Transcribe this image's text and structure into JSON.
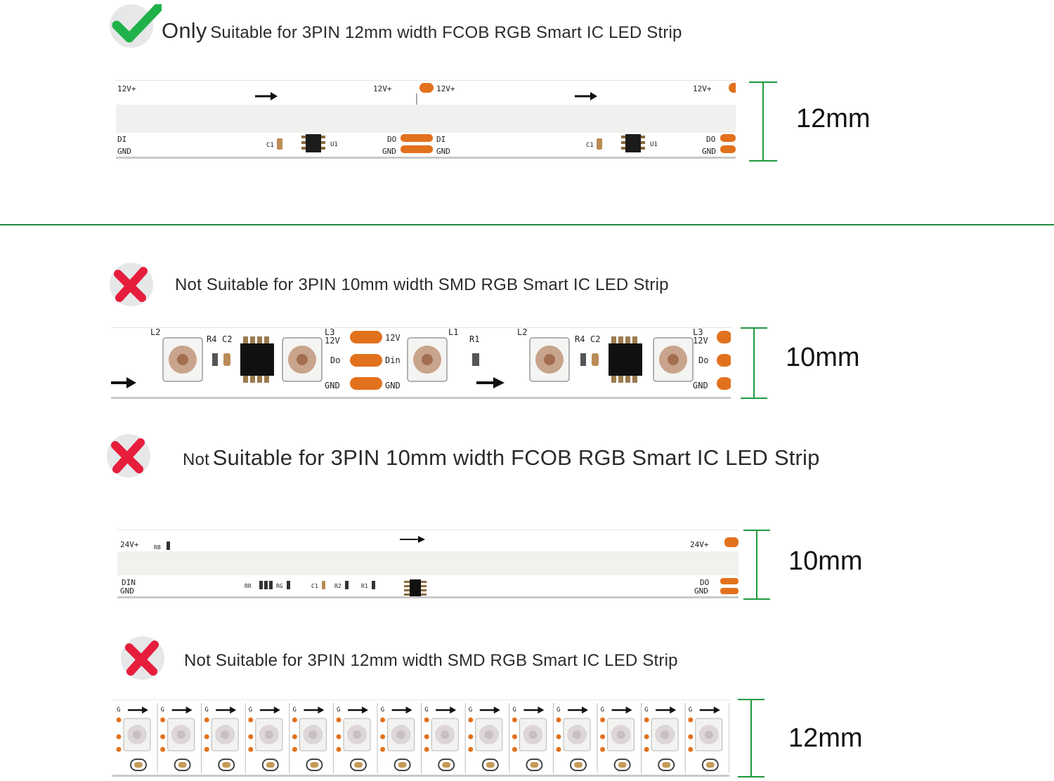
{
  "sections": [
    {
      "status": "check",
      "caption_lead": "Only",
      "caption_rest": "Suitable for 3PIN 12mm width FCOB RGB Smart IC LED Strip",
      "width_label": "12mm",
      "strip_type": "FCOB",
      "pcb_labels": [
        "12V+",
        "12V+",
        "12V+",
        "12V+",
        "DI",
        "GND",
        "C1",
        "U1",
        "DO",
        "GND",
        "DI",
        "GND",
        "C1",
        "U1",
        "DO",
        "GND"
      ]
    },
    {
      "status": "cross",
      "caption_lead": "",
      "caption_rest": "Not Suitable for 3PIN 10mm width SMD RGB Smart IC LED Strip",
      "width_label": "10mm",
      "strip_type": "SMD",
      "pcb_labels": [
        "L2",
        "R4",
        "C2",
        "L3",
        "12V",
        "Do",
        "GND",
        "12V",
        "Din",
        "GND",
        "L1",
        "R1",
        "L2",
        "R4",
        "C2",
        "L3",
        "12V",
        "Do",
        "GND"
      ]
    },
    {
      "status": "cross",
      "caption_lead": "Not",
      "caption_rest": "Suitable for 3PIN 10mm width FCOB RGB Smart IC LED Strip",
      "width_label": "10mm",
      "strip_type": "FCOB",
      "pcb_labels": [
        "24V+",
        "RB",
        "DIN",
        "GND",
        "RR",
        "RG",
        "C1",
        "R2",
        "R1",
        "24V+",
        "DO",
        "GND"
      ]
    },
    {
      "status": "cross",
      "caption_lead": "",
      "caption_rest": "Not Suitable for 3PIN 12mm width SMD RGB Smart IC LED Strip",
      "width_label": "12mm",
      "strip_type": "SMD-dense",
      "pcb_labels": [
        "G"
      ]
    }
  ],
  "icons": {
    "check": "check-icon",
    "cross": "cross-icon",
    "arrow": "arrow-right-icon"
  },
  "colors": {
    "check": "#20b24a",
    "cross": "#e61e3c",
    "accent_line": "#1e8a3c",
    "pad": "#e2711d"
  }
}
